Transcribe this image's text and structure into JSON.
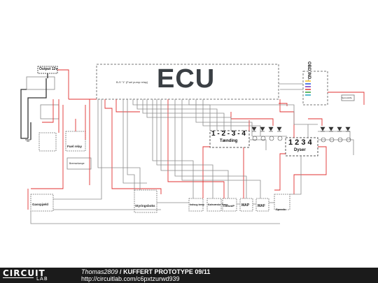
{
  "diagram": {
    "ecu_label": "ECU",
    "ecu_small_text": "B-S \"1\" (Fuel pump relay)",
    "obd_label": "OBD IND.",
    "output_label": "Output 12v",
    "relay_label": "Fuel relay",
    "ignition_label": "1 - 2 - 3 - 4",
    "ignition_sub": "Tænding",
    "injector_label": "1 2 3 4",
    "injector_sub": "Dyser",
    "sensors": [
      "Gasspjæld",
      "Styringsboks",
      "Indsug temp",
      "Kølevæske Temp.",
      "ClosedP",
      "MAP",
      "MAF",
      "Speedo"
    ],
    "small_box_label": "Bremselampe",
    "right_box_label": "Sporeskifte"
  },
  "footer": {
    "brand_top": "CIRCUIT",
    "brand_bottom": "LAB",
    "author": "Thomas2809",
    "separator": " / ",
    "project": "KUFFERT PROTOTYPE 09/11",
    "url": "http://circuitlab.com/c6pxtzurwd939"
  },
  "colors": {
    "wire_black": "#555555",
    "wire_red": "#e03030",
    "wire_gray": "#9a9a9a",
    "footer_bg": "#1b1b1b"
  }
}
